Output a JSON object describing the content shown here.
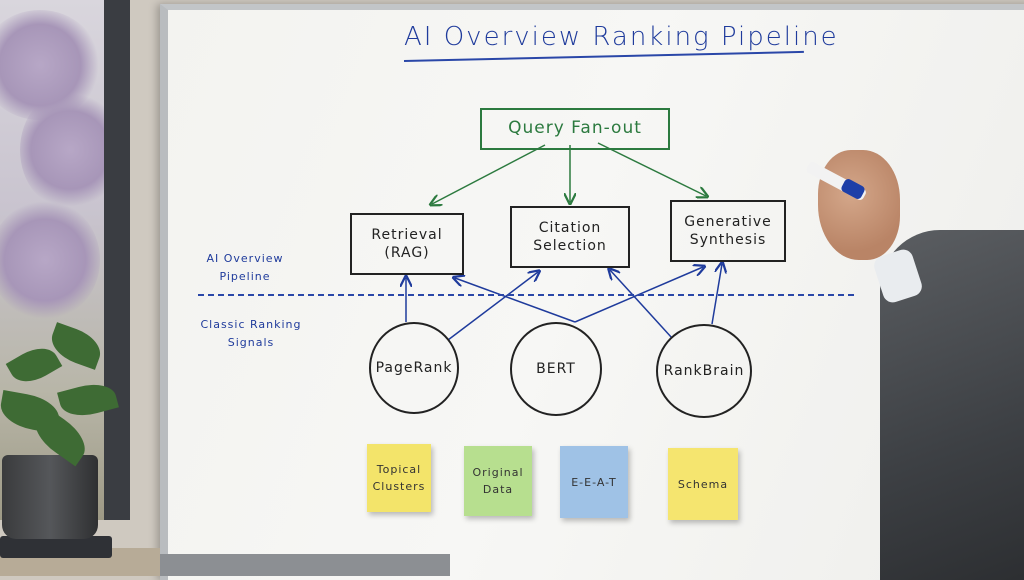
{
  "board": {
    "title": "AI Overview Ranking Pipeline",
    "top_box": "Query Fan-out",
    "pipeline_boxes": [
      {
        "line1": "Retrieval",
        "line2": "(RAG)"
      },
      {
        "line1": "Citation",
        "line2": "Selection"
      },
      {
        "line1": "Generative",
        "line2": "Synthesis"
      }
    ],
    "side_labels": {
      "upper": {
        "line1": "AI Overview",
        "line2": "Pipeline"
      },
      "lower": {
        "line1": "Classic Ranking",
        "line2": "Signals"
      }
    },
    "signals": [
      "PageRank",
      "BERT",
      "RankBrain"
    ],
    "sticky_notes": [
      {
        "line1": "Topical",
        "line2": "Clusters",
        "color": "#f3e46a"
      },
      {
        "line1": "Original",
        "line2": "Data",
        "color": "#b7df8f"
      },
      {
        "line1": "E-E-A-T",
        "line2": "",
        "color": "#9fc2e6"
      },
      {
        "line1": "Schema",
        "line2": "",
        "color": "#f5e56f"
      }
    ],
    "colors": {
      "blue_ink": "#1f3b9c",
      "green_ink": "#2c7a3f",
      "black_ink": "#222222"
    }
  }
}
